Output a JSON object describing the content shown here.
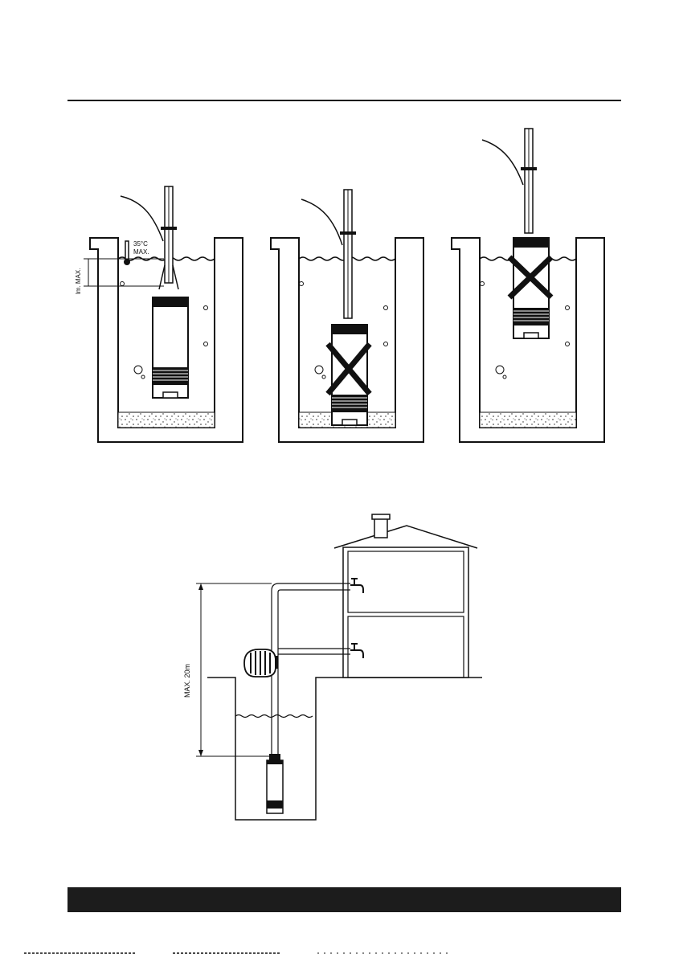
{
  "figure_top": {
    "panel_ok": {
      "temp_label": "35°C",
      "temp_max": "MAX.",
      "depth_label": "lm. MAX."
    }
  },
  "figure_bottom": {
    "height_label": "MAX. 20m"
  },
  "colors": {
    "ink": "#111111",
    "footer_band": "#1c1c1c"
  }
}
